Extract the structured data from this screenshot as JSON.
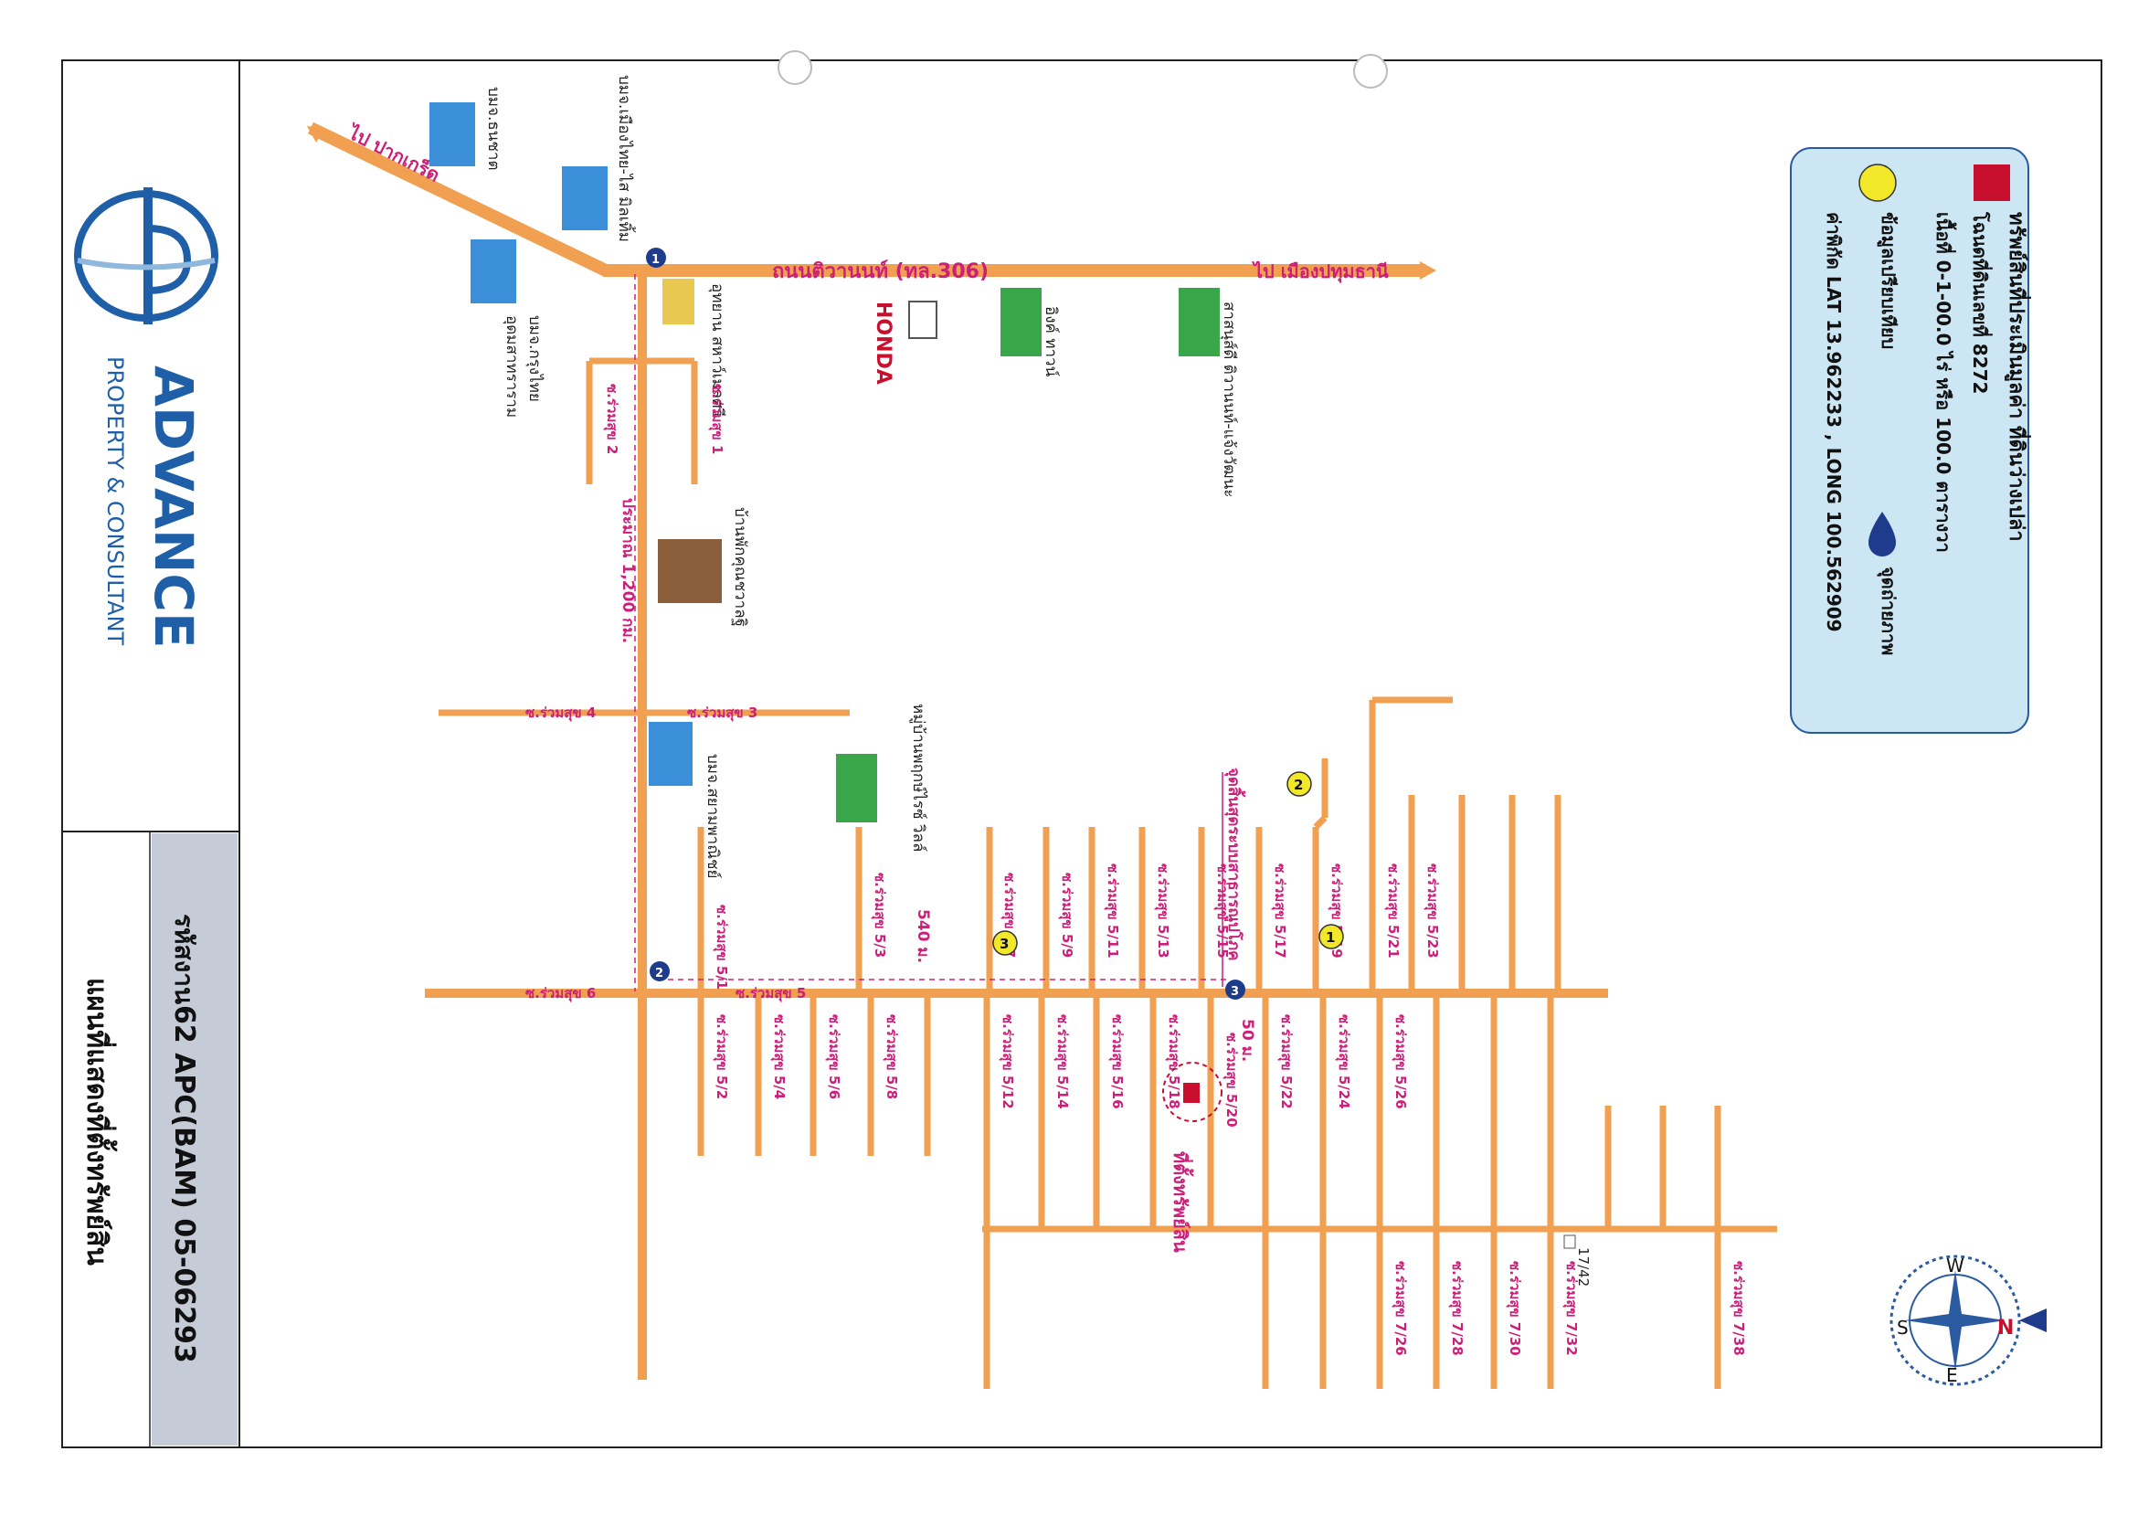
{
  "company": {
    "name": "ADVANCE",
    "subtitle": "PROPERTY & CONSULTANT"
  },
  "title_block": {
    "code_label": "รหัสงาน",
    "code": "62 APC(BAM) 05-06293",
    "map_title": "แผนที่แสดงที่ตั้งทรัพย์สิน"
  },
  "legend": {
    "property_title": "ทรัพย์สินที่ประเมินมูลค่า ที่ดินว่างเปล่า",
    "deed": "โฉนดที่ดินเลขที่ 8272",
    "area": "เนื้อที่ 0-1-00.0 ไร่ หรือ 100.0 ตารางวา",
    "comparable": "ข้อมูลเปรียบเทียบ",
    "photo_point": "จุดถ่ายภาพ",
    "coordinates": "ค่าพิกัด LAT 13.962233 , LONG 100.562909"
  },
  "colors": {
    "road": "#f0a050",
    "road_label": "#cc1f7a",
    "property": "#c8102e",
    "legend_bg": "#cce6f4",
    "frame": "#222222",
    "comparable_fill": "#f2e82a",
    "photo_pin": "#1f3b8c",
    "title_bg": "#c5ccd8"
  },
  "main_road": {
    "label": "ถนนติวานนท์ (ทล.306)",
    "to_left": "ไป ปากเกร็ด",
    "to_right": "ไป เมืองปทุมธานี",
    "brand": "HONDA"
  },
  "landmarks": {
    "scb_samakkhi": "บมจ.ธนชาต",
    "bangkok_bank": "บมจ.เมืองไทย-ไส มิลเทิ้ม",
    "krungthai": "บมจ.กรุงไทย",
    "krungthai_sub": "อุดมสาทราราม",
    "kosum": "อุทยาน สหาว์เมลศรี",
    "lung_mall": "อิงค์ ทาวน์",
    "sasakki": "สาสนุส์ดี ติวานนท์-แจ้งวัฒนะ",
    "village": "บ้านพักคุณชวาลฐิ",
    "bank3": "บมจ.สยามพาณิชย์",
    "village2": "หมู่บ้านพฤกษ์ไรซ์ วิลล์"
  },
  "roads": {
    "s1": "ซ.ร่วมสุข 1",
    "s2": "ซ.ร่วมสุข 2",
    "s3": "ซ.ร่วมสุข 3",
    "s4": "ซ.ร่วมสุข 4",
    "s5": "ซ.ร่วมสุข 5",
    "s6": "ซ.ร่วมสุข 6",
    "s5_1": "ซ.ร่วมสุข 5/1",
    "s5_2": "ซ.ร่วมสุข 5/2",
    "s5_3": "ซ.ร่วมสุข 5/3",
    "s5_4": "ซ.ร่วมสุข 5/4",
    "s5_6": "ซ.ร่วมสุข 5/6",
    "s5_7": "ซ.ร่วมสุข 5/7",
    "s5_8": "ซ.ร่วมสุข 5/8",
    "s5_9": "ซ.ร่วมสุข 5/9",
    "s5_11": "ซ.ร่วมสุข 5/11",
    "s5_12": "ซ.ร่วมสุข 5/12",
    "s5_13": "ซ.ร่วมสุข 5/13",
    "s5_14": "ซ.ร่วมสุข 5/14",
    "s5_15": "ซ.ร่วมสุข 5/15",
    "s5_16": "ซ.ร่วมสุข 5/16",
    "s5_17": "ซ.ร่วมสุข 5/17",
    "s5_18": "ซ.ร่วมสุข 5/18",
    "s5_19": "ซ.ร่วมสุข 5/19",
    "s5_20": "ซ.ร่วมสุข 5/20",
    "s5_21": "ซ.ร่วมสุข 5/21",
    "s5_22": "ซ.ร่วมสุข 5/22",
    "s5_23": "ซ.ร่วมสุข 5/23",
    "s5_24": "ซ.ร่วมสุข 5/24",
    "s5_26": "ซ.ร่วมสุข 5/26",
    "s7_26": "ซ.ร่วมสุข 7/26",
    "s7_28": "ซ.ร่วมสุข 7/28",
    "s7_30": "ซ.ร่วมสุข 7/30",
    "s7_32": "ซ.ร่วมสุข 7/32",
    "s7_38": "ซ.ร่วมสุข 7/38",
    "no_17_42": "17/42"
  },
  "annotations": {
    "dist_1200": "ประมาณ 1,200 กม.",
    "dist_540": "540 ม.",
    "dist_50": "50 ม.",
    "pub_utility": "จุดสิ้นสุดระบบสาธารณูปโภค",
    "property_site": "ที่ตั้งทรัพย์สิน"
  },
  "markers": {
    "photo_1": "1",
    "photo_2": "2",
    "photo_3": "3",
    "comp_1": "1",
    "comp_2": "2",
    "comp_3": "3"
  },
  "compass": {
    "n": "N",
    "s": "S",
    "e": "E",
    "w": "W"
  }
}
